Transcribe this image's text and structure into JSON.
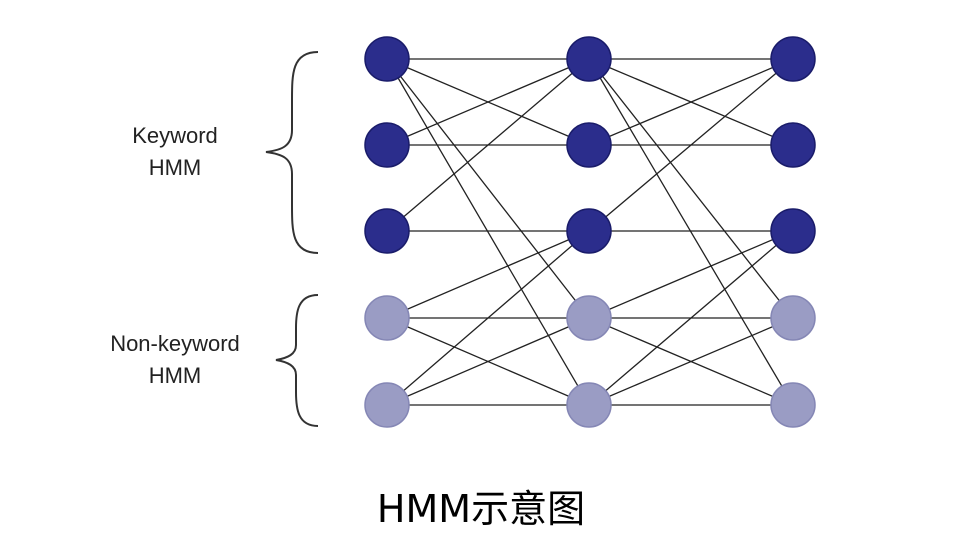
{
  "groups": [
    {
      "id": "keyword",
      "label_line1": "Keyword",
      "label_line2": "HMM"
    },
    {
      "id": "non-keyword",
      "label_line1": "Non-keyword",
      "label_line2": "HMM"
    }
  ],
  "caption": "HMM示意图",
  "graph": {
    "columns": 3,
    "rows": 5,
    "row_types": [
      "keyword",
      "keyword",
      "keyword",
      "non-keyword",
      "non-keyword"
    ],
    "transitions": [
      [
        0,
        0
      ],
      [
        0,
        1
      ],
      [
        0,
        3
      ],
      [
        0,
        4
      ],
      [
        1,
        0
      ],
      [
        1,
        1
      ],
      [
        2,
        0
      ],
      [
        2,
        2
      ],
      [
        3,
        2
      ],
      [
        3,
        3
      ],
      [
        3,
        4
      ],
      [
        4,
        2
      ],
      [
        4,
        3
      ],
      [
        4,
        4
      ]
    ]
  },
  "colors": {
    "keyword_fill": "#2b2d8c",
    "keyword_stroke": "#1a1c6a",
    "nonkeyword_fill": "#9a9cc4",
    "nonkeyword_stroke": "#8587b5",
    "edge": "#222222",
    "brace": "#333333"
  }
}
